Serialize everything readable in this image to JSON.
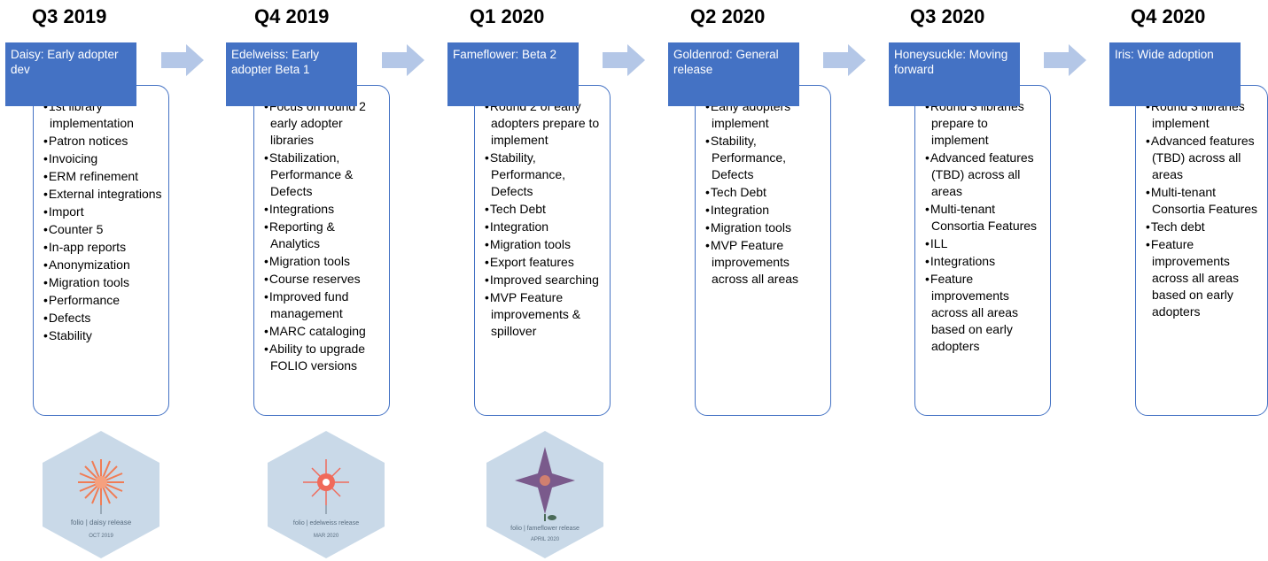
{
  "columns": [
    {
      "quarter": "Q3 2019",
      "release": "Daisy: Early adopter dev",
      "items": [
        "1st library implementation",
        "Patron notices",
        "Invoicing",
        "ERM refinement",
        "External integrations",
        "Import",
        "Counter 5",
        "In-app reports",
        "Anonymization",
        "Migration tools",
        "Performance",
        "Defects",
        "Stability"
      ],
      "badge": {
        "name": "folio | daisy release",
        "date": "OCT 2019",
        "accent": "#f07c55"
      }
    },
    {
      "quarter": "Q4 2019",
      "release": "Edelweiss: Early adopter Beta 1",
      "items": [
        "Focus on round 2 early adopter libraries",
        "Stabilization, Performance & Defects",
        "Integrations",
        "Reporting & Analytics",
        "Migration tools",
        "Course reserves",
        "Improved fund management",
        "MARC cataloging",
        "Ability to upgrade FOLIO versions"
      ],
      "badge": {
        "name": "folio | edelweiss release",
        "date": "MAR 2020",
        "accent": "#f06a5a"
      }
    },
    {
      "quarter": "Q1 2020",
      "release": "Fameflower: Beta 2",
      "items": [
        "Round 2 of early adopters prepare to implement",
        "Stability, Performance, Defects",
        "Tech Debt",
        "Integration",
        "Migration tools",
        "Export features",
        "Improved searching",
        "MVP Feature improvements & spillover"
      ],
      "badge": {
        "name": "folio | fameflower release",
        "date": "APRIL 2020",
        "accent": "#7a5a8c"
      }
    },
    {
      "quarter": "Q2 2020",
      "release": "Goldenrod: General release",
      "items": [
        "Early adopters implement",
        "Stability, Performance, Defects",
        "Tech Debt",
        "Integration",
        "Migration tools",
        "MVP Feature improvements across all areas"
      ]
    },
    {
      "quarter": "Q3 2020",
      "release": "Honeysuckle: Moving forward",
      "items": [
        "Round 3 libraries prepare to implement",
        "Advanced features (TBD) across all areas",
        "Multi-tenant Consortia Features",
        "ILL",
        "Integrations",
        "Feature improvements across all areas based on early adopters"
      ]
    },
    {
      "quarter": "Q4 2020",
      "release": "Iris: Wide adoption",
      "items": [
        "Round 3 libraries implement",
        "Advanced features (TBD) across all areas",
        "Multi-tenant Consortia Features",
        "Tech debt",
        "Feature improvements across all areas based on early adopters"
      ]
    }
  ],
  "colors": {
    "release_box": "#4472c4",
    "card_border": "#4472c4",
    "arrow": "#b4c7e7",
    "badge_bg": "#c9d9e8"
  },
  "icons": {
    "arrow": "right-chevron-arrow",
    "badge": "release-hexagon-badge"
  }
}
